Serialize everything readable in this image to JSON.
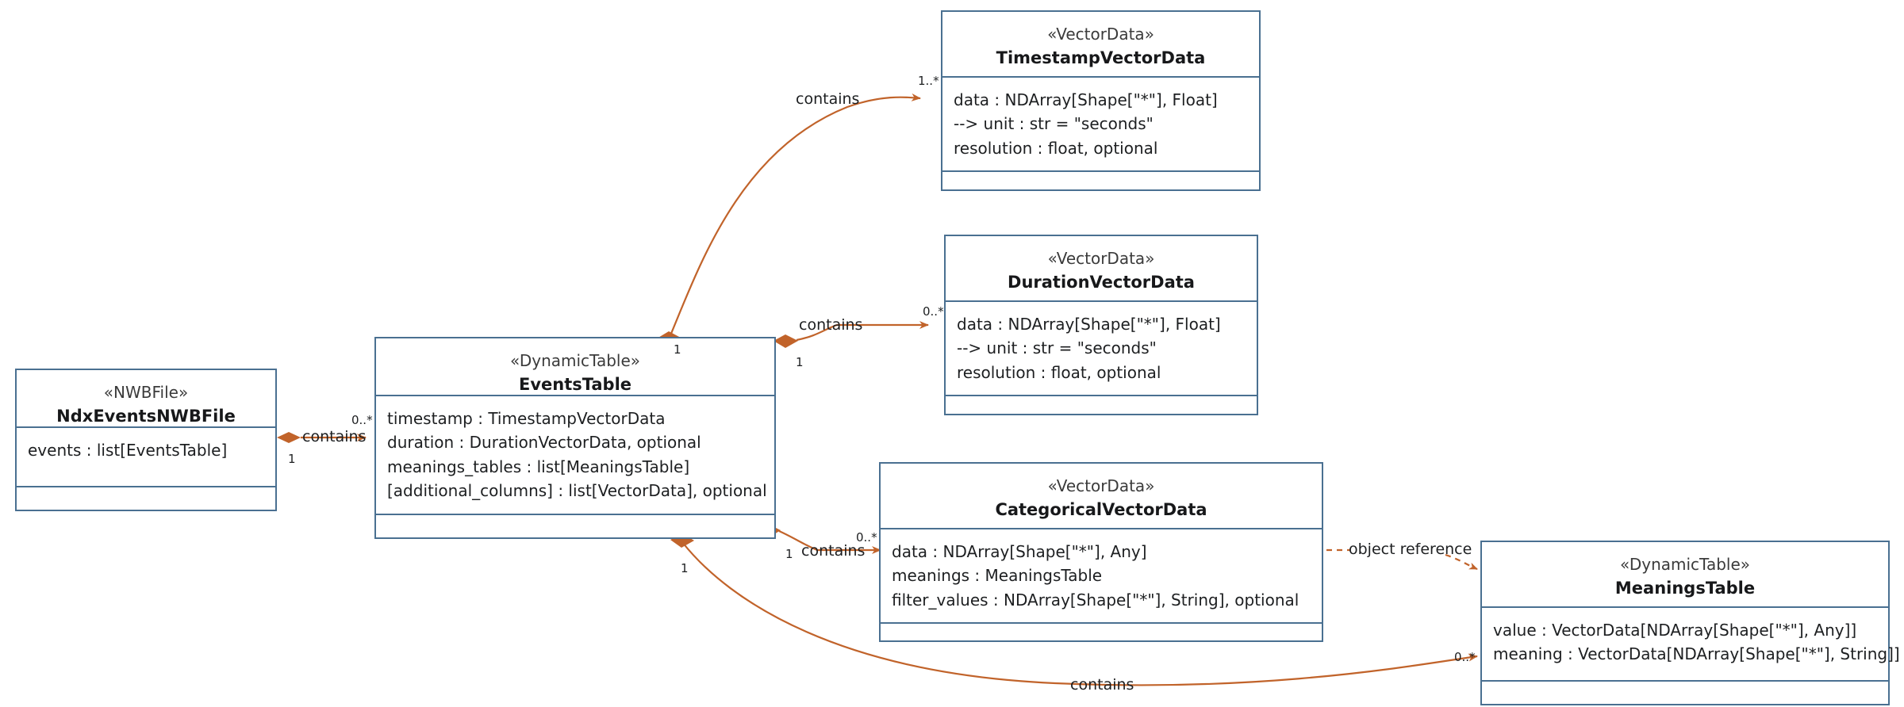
{
  "diagram": {
    "kind": "uml-class-diagram",
    "accent_color": "#c1632a",
    "class_border_color": "#4a7091",
    "background_color": "#ffffff",
    "classes": [
      {
        "id": "ndx_events_nwbfile",
        "stereotype": "«NWBFile»",
        "name": "NdxEventsNWBFile",
        "attributes": [
          "events : list[EventsTable]"
        ],
        "operations": []
      },
      {
        "id": "events_table",
        "stereotype": "«DynamicTable»",
        "name": "EventsTable",
        "attributes": [
          "timestamp : TimestampVectorData",
          "duration : DurationVectorData, optional",
          "meanings_tables : list[MeaningsTable]",
          "[additional_columns] : list[VectorData], optional"
        ],
        "operations": []
      },
      {
        "id": "timestamp_vector_data",
        "stereotype": "«VectorData»",
        "name": "TimestampVectorData",
        "attributes": [
          "data : NDArray[Shape[\"*\"], Float]",
          "--> unit : str = \"seconds\"",
          "resolution : float, optional"
        ],
        "operations": []
      },
      {
        "id": "duration_vector_data",
        "stereotype": "«VectorData»",
        "name": "DurationVectorData",
        "attributes": [
          "data : NDArray[Shape[\"*\"], Float]",
          "--> unit : str = \"seconds\"",
          "resolution : float, optional"
        ],
        "operations": []
      },
      {
        "id": "categorical_vector_data",
        "stereotype": "«VectorData»",
        "name": "CategoricalVectorData",
        "attributes": [
          "data : NDArray[Shape[\"*\"], Any]",
          "meanings : MeaningsTable",
          "filter_values : NDArray[Shape[\"*\"], String], optional"
        ],
        "operations": []
      },
      {
        "id": "meanings_table",
        "stereotype": "«DynamicTable»",
        "name": "MeaningsTable",
        "attributes": [
          "value : VectorData[NDArray[Shape[\"*\"], Any]]",
          "meaning : VectorData[NDArray[Shape[\"*\"], String]]"
        ],
        "operations": []
      }
    ],
    "relationships": [
      {
        "id": "rel_nwbfile_events",
        "label": "contains",
        "source": "ndx_events_nwbfile",
        "target": "events_table",
        "source_multiplicity": "1",
        "target_multiplicity": "0..*",
        "style": "composition"
      },
      {
        "id": "rel_events_timestamp",
        "label": "contains",
        "source": "events_table",
        "target": "timestamp_vector_data",
        "source_multiplicity": "1",
        "target_multiplicity": "1..*",
        "style": "composition"
      },
      {
        "id": "rel_events_duration",
        "label": "contains",
        "source": "events_table",
        "target": "duration_vector_data",
        "source_multiplicity": "1",
        "target_multiplicity": "0..*",
        "style": "composition"
      },
      {
        "id": "rel_events_categorical",
        "label": "contains",
        "source": "events_table",
        "target": "categorical_vector_data",
        "source_multiplicity": "1",
        "target_multiplicity": "0..*",
        "style": "composition"
      },
      {
        "id": "rel_events_meanings",
        "label": "contains",
        "source": "events_table",
        "target": "meanings_table",
        "source_multiplicity": "1",
        "target_multiplicity": "0..*",
        "style": "composition"
      },
      {
        "id": "rel_categorical_meanings",
        "label": "object reference",
        "source": "categorical_vector_data",
        "target": "meanings_table",
        "source_multiplicity": "",
        "target_multiplicity": "",
        "style": "dashed-reference"
      }
    ]
  }
}
